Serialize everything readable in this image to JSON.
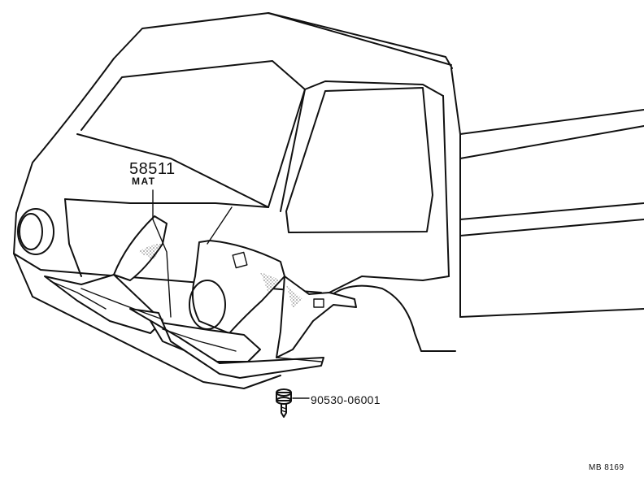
{
  "callouts": {
    "mat": {
      "part_number": "58511",
      "part_name": "MAT"
    },
    "screw": {
      "part_number": "90530-06001"
    }
  },
  "drawing_code": "MB 8169",
  "colors": {
    "ink": "#111111",
    "paper": "#ffffff"
  }
}
